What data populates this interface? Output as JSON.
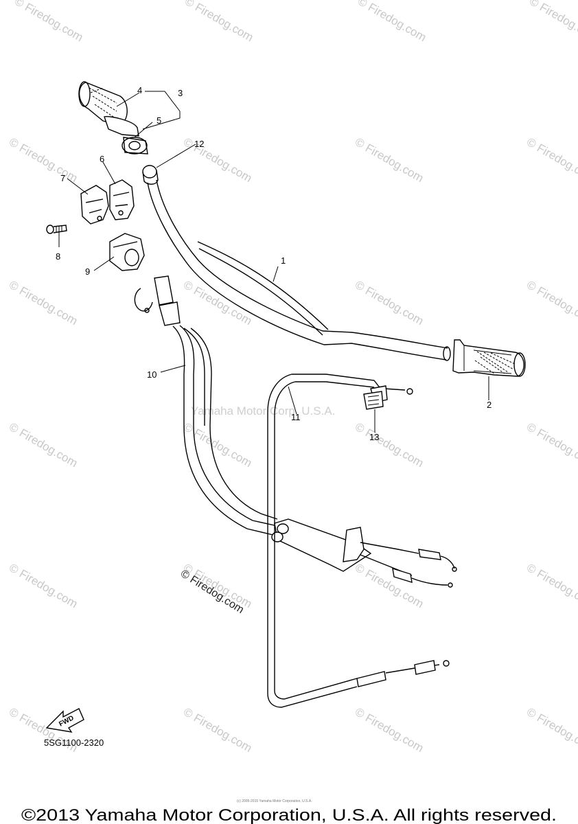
{
  "diagram": {
    "callouts": [
      "1",
      "2",
      "3",
      "4",
      "5",
      "6",
      "7",
      "8",
      "9",
      "10",
      "11",
      "12",
      "13"
    ],
    "diagram_code": "5SG1100-2320",
    "fwd_label": "FWD",
    "watermark_site": "© Firedog.com",
    "watermark_repeat": "© Firedog.com",
    "watermark_owner": "Yamaha Motor Corp, U.S.A.",
    "tiny_copyright": "(c) 2005-2015 Yamaha Motor Corporation, U.S.A.",
    "copyright": "©2013 Yamaha Motor Corporation, U.S.A. All rights reserved."
  }
}
